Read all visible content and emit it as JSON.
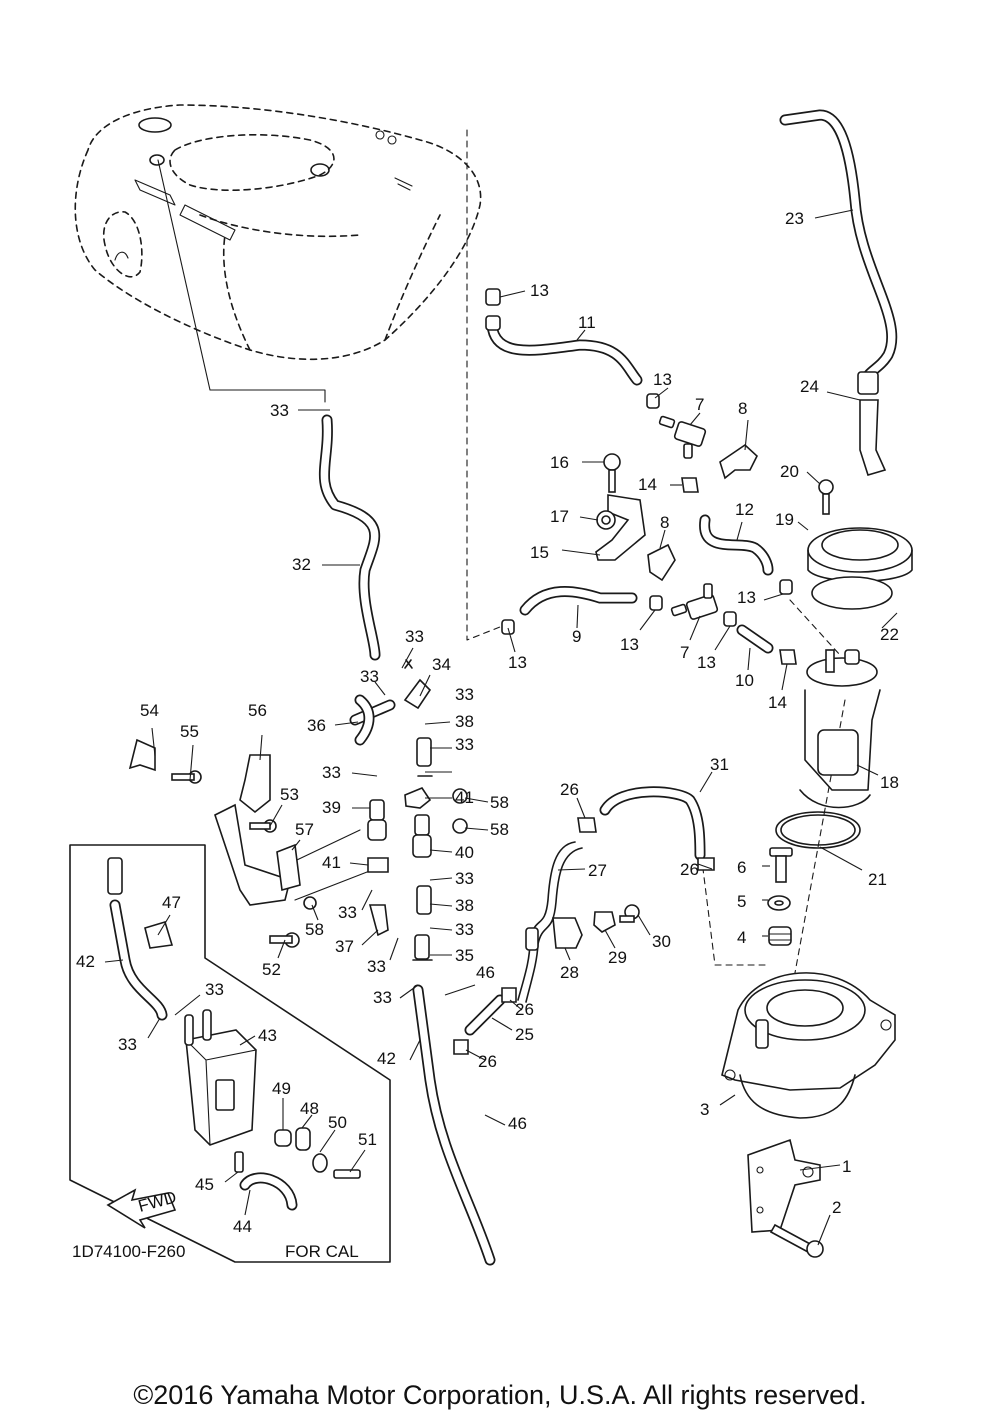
{
  "diagram": {
    "diagram_code": "1D74100-F260",
    "region_label": "FOR CAL",
    "forward_label": "FWD",
    "copyright": "©2016 Yamaha Motor Corporation, U.S.A. All rights reserved.",
    "callouts": [
      {
        "id": "c1",
        "text": "1"
      },
      {
        "id": "c2",
        "text": "2"
      },
      {
        "id": "c3",
        "text": "3"
      },
      {
        "id": "c4",
        "text": "4"
      },
      {
        "id": "c5",
        "text": "5"
      },
      {
        "id": "c6",
        "text": "6"
      },
      {
        "id": "c7a",
        "text": "7"
      },
      {
        "id": "c7b",
        "text": "7"
      },
      {
        "id": "c8a",
        "text": "8"
      },
      {
        "id": "c8b",
        "text": "8"
      },
      {
        "id": "c9",
        "text": "9"
      },
      {
        "id": "c10",
        "text": "10"
      },
      {
        "id": "c11",
        "text": "11"
      },
      {
        "id": "c12",
        "text": "12"
      },
      {
        "id": "c13a",
        "text": "13"
      },
      {
        "id": "c13b",
        "text": "13"
      },
      {
        "id": "c13c",
        "text": "13"
      },
      {
        "id": "c13d",
        "text": "13"
      },
      {
        "id": "c13e",
        "text": "13"
      },
      {
        "id": "c13f",
        "text": "13"
      },
      {
        "id": "c14a",
        "text": "14"
      },
      {
        "id": "c14b",
        "text": "14"
      },
      {
        "id": "c15",
        "text": "15"
      },
      {
        "id": "c16",
        "text": "16"
      },
      {
        "id": "c17",
        "text": "17"
      },
      {
        "id": "c18",
        "text": "18"
      },
      {
        "id": "c19",
        "text": "19"
      },
      {
        "id": "c20",
        "text": "20"
      },
      {
        "id": "c21",
        "text": "21"
      },
      {
        "id": "c22",
        "text": "22"
      },
      {
        "id": "c23",
        "text": "23"
      },
      {
        "id": "c24",
        "text": "24"
      },
      {
        "id": "c25",
        "text": "25"
      },
      {
        "id": "c26a",
        "text": "26"
      },
      {
        "id": "c26b",
        "text": "26"
      },
      {
        "id": "c26c",
        "text": "26"
      },
      {
        "id": "c26d",
        "text": "26"
      },
      {
        "id": "c27",
        "text": "27"
      },
      {
        "id": "c28",
        "text": "28"
      },
      {
        "id": "c29",
        "text": "29"
      },
      {
        "id": "c30",
        "text": "30"
      },
      {
        "id": "c31",
        "text": "31"
      },
      {
        "id": "c32",
        "text": "32"
      },
      {
        "id": "c33a",
        "text": "33"
      },
      {
        "id": "c33b",
        "text": "33"
      },
      {
        "id": "c33c",
        "text": "33"
      },
      {
        "id": "c33d",
        "text": "33"
      },
      {
        "id": "c33e",
        "text": "33"
      },
      {
        "id": "c33f",
        "text": "33"
      },
      {
        "id": "c33g",
        "text": "33"
      },
      {
        "id": "c33h",
        "text": "33"
      },
      {
        "id": "c33i",
        "text": "33"
      },
      {
        "id": "c33j",
        "text": "33"
      },
      {
        "id": "c33k",
        "text": "33"
      },
      {
        "id": "c33l",
        "text": "33"
      },
      {
        "id": "c33m",
        "text": "33"
      },
      {
        "id": "c34",
        "text": "34"
      },
      {
        "id": "c35",
        "text": "35"
      },
      {
        "id": "c36",
        "text": "36"
      },
      {
        "id": "c37",
        "text": "37"
      },
      {
        "id": "c38a",
        "text": "38"
      },
      {
        "id": "c38b",
        "text": "38"
      },
      {
        "id": "c39",
        "text": "39"
      },
      {
        "id": "c40",
        "text": "40"
      },
      {
        "id": "c41a",
        "text": "41"
      },
      {
        "id": "c41b",
        "text": "41"
      },
      {
        "id": "c42a",
        "text": "42"
      },
      {
        "id": "c42b",
        "text": "42"
      },
      {
        "id": "c43",
        "text": "43"
      },
      {
        "id": "c44",
        "text": "44"
      },
      {
        "id": "c45",
        "text": "45"
      },
      {
        "id": "c46a",
        "text": "46"
      },
      {
        "id": "c46b",
        "text": "46"
      },
      {
        "id": "c47",
        "text": "47"
      },
      {
        "id": "c48",
        "text": "48"
      },
      {
        "id": "c49",
        "text": "49"
      },
      {
        "id": "c50",
        "text": "50"
      },
      {
        "id": "c51",
        "text": "51"
      },
      {
        "id": "c52",
        "text": "52"
      },
      {
        "id": "c53",
        "text": "53"
      },
      {
        "id": "c54",
        "text": "54"
      },
      {
        "id": "c55",
        "text": "55"
      },
      {
        "id": "c56",
        "text": "56"
      },
      {
        "id": "c57",
        "text": "57"
      },
      {
        "id": "c58a",
        "text": "58"
      },
      {
        "id": "c58b",
        "text": "58"
      },
      {
        "id": "c58c",
        "text": "58"
      }
    ]
  }
}
